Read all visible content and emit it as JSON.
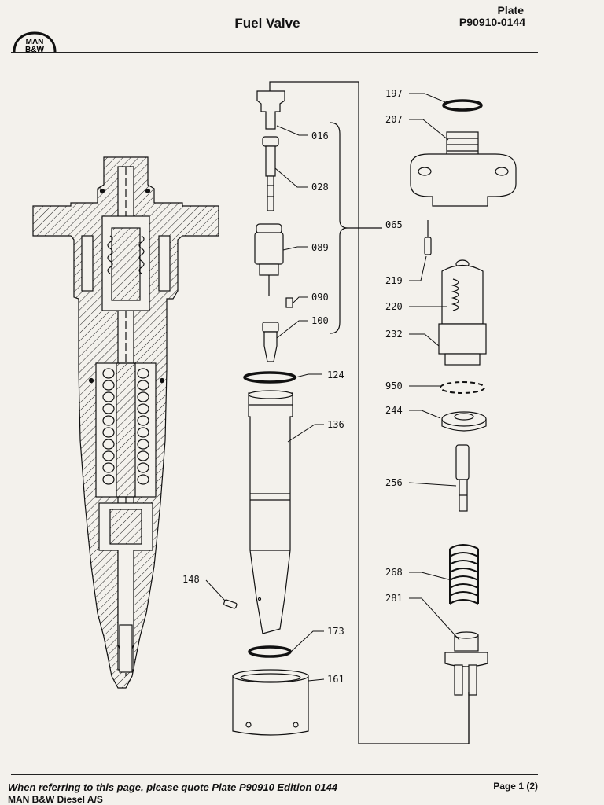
{
  "header": {
    "logo_text_top": "MAN",
    "logo_text_bottom": "B&W",
    "title": "Fuel Valve",
    "plate_label": "Plate",
    "plate_number": "P90910-0144"
  },
  "parts": {
    "p016": "016",
    "p028": "028",
    "p065": "065",
    "p089": "089",
    "p090": "090",
    "p100": "100",
    "p124": "124",
    "p136": "136",
    "p148": "148",
    "p161": "161",
    "p173": "173",
    "p197": "197",
    "p207": "207",
    "p219": "219",
    "p220": "220",
    "p232": "232",
    "p244": "244",
    "p256": "256",
    "p268": "268",
    "p281": "281",
    "p950": "950"
  },
  "footer": {
    "note": "When referring to this page, please quote Plate P90910 Edition 0144",
    "company": "MAN B&W Diesel A/S",
    "page": "Page 1 (2)"
  }
}
